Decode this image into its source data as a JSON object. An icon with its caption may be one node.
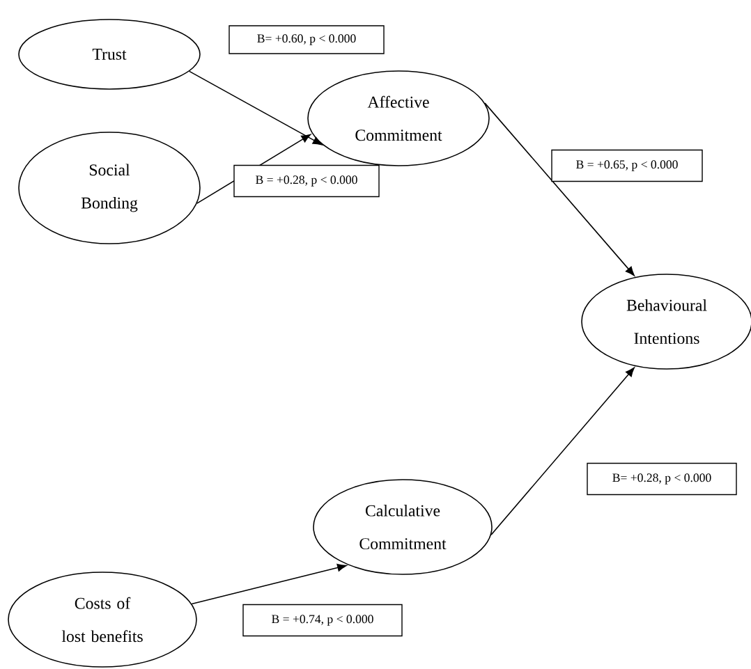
{
  "diagram": {
    "nodes": [
      {
        "text": [
          "Trust"
        ]
      },
      {
        "text": [
          "Affective Commitment"
        ]
      },
      {
        "text": [
          "Social Bonding"
        ]
      },
      {
        "text": [
          "Behavioural Intentions"
        ]
      },
      {
        "text": [
          "Calculative Commitment"
        ]
      },
      {
        "text": [
          "Costs of lost benefits"
        ]
      }
    ],
    "edges": [
      {
        "from": 0,
        "to": 1,
        "arrow": "to",
        "label": "B= +0.60, p < 0.000"
      },
      {
        "from": 2,
        "to": 1,
        "arrow": "to",
        "label": "B = +0.28, p < 0.000"
      },
      {
        "from": 1,
        "to": 3,
        "arrow": "to",
        "label": "B = +0.65, p < 0.000"
      },
      {
        "from": 4,
        "to": 3,
        "arrow": "to",
        "label": "B= +0.28, p < 0.000"
      },
      {
        "from": 5,
        "to": 4,
        "arrow": "to",
        "label": "B = +0.74, p < 0.000"
      }
    ]
  }
}
